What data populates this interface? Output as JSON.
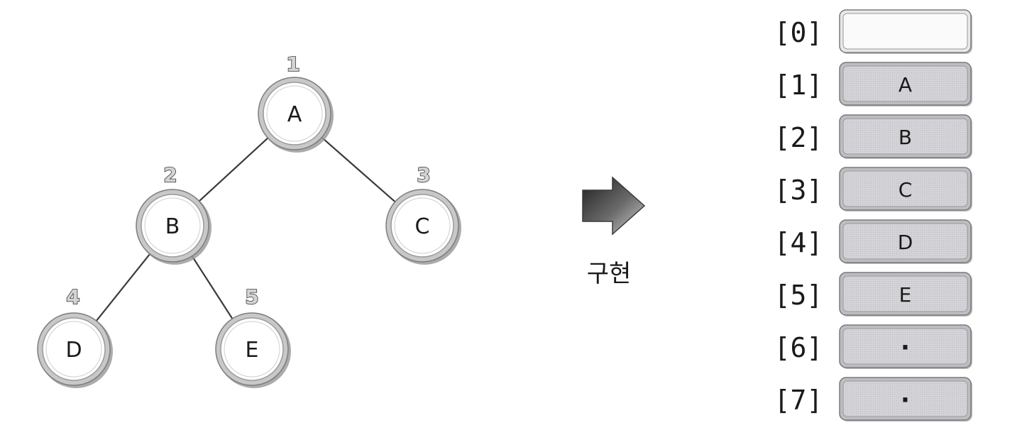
{
  "tree": {
    "nodes": [
      {
        "id": "A",
        "label": "A",
        "number": "1"
      },
      {
        "id": "B",
        "label": "B",
        "number": "2"
      },
      {
        "id": "C",
        "label": "C",
        "number": "3"
      },
      {
        "id": "D",
        "label": "D",
        "number": "4"
      },
      {
        "id": "E",
        "label": "E",
        "number": "5"
      }
    ],
    "edges": [
      {
        "from": "A",
        "to": "B"
      },
      {
        "from": "A",
        "to": "C"
      },
      {
        "from": "B",
        "to": "D"
      },
      {
        "from": "B",
        "to": "E"
      }
    ]
  },
  "arrow": {
    "label": "구현"
  },
  "array": {
    "cells": [
      {
        "index": "[0]",
        "value": "",
        "empty": true
      },
      {
        "index": "[1]",
        "value": "A"
      },
      {
        "index": "[2]",
        "value": "B"
      },
      {
        "index": "[3]",
        "value": "C"
      },
      {
        "index": "[4]",
        "value": "D"
      },
      {
        "index": "[5]",
        "value": "E"
      },
      {
        "index": "[6]",
        "value": "·"
      },
      {
        "index": "[7]",
        "value": "·"
      }
    ]
  },
  "colors": {
    "edge": "#3a3a3a",
    "node_ring": "#9a9a9a",
    "node_fill": "#ffffff",
    "cell_fill": "#d2d2d6",
    "cell_empty_fill": "#fafafa",
    "cell_border": "#7a7a7a",
    "arrow_dark": "#2b2b2b",
    "arrow_light": "#bdbdbd"
  }
}
